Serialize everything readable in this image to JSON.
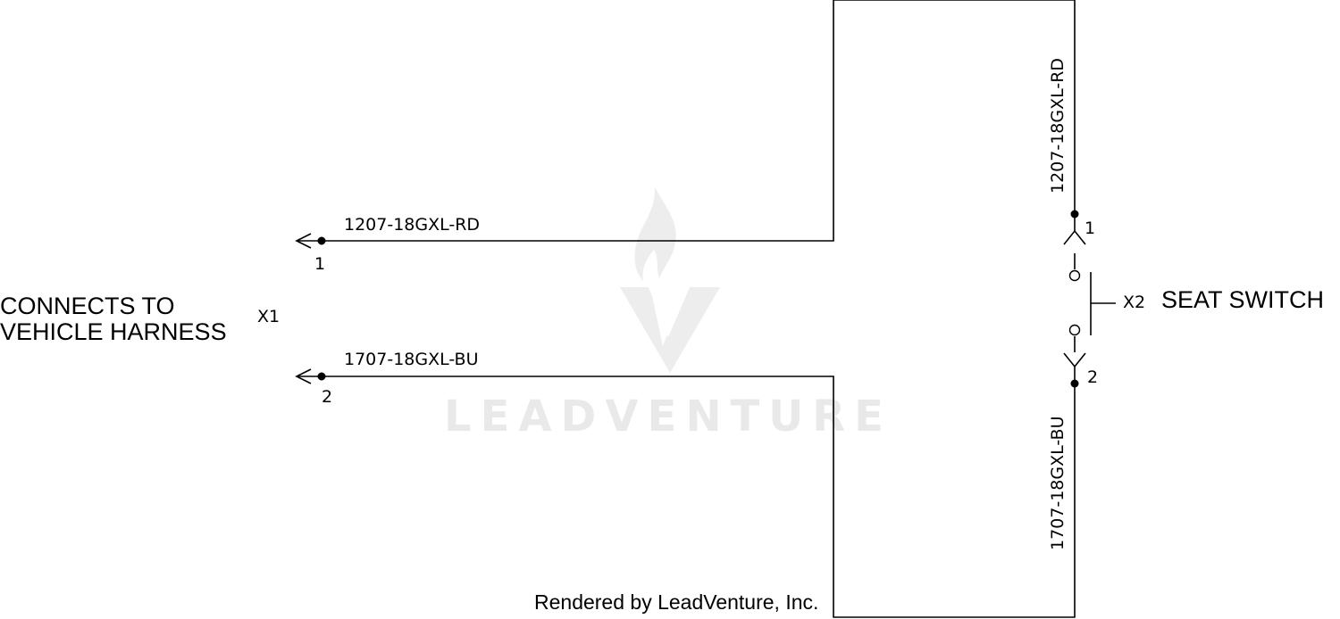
{
  "watermark": {
    "text": "LEADVENTURE",
    "logo_icon": "leadventure-flame-v-logo",
    "color": "#e9e9e9"
  },
  "connectors": {
    "x1": {
      "id": "X1",
      "label_line1": "CONNECTS TO",
      "label_line2": "VEHICLE HARNESS",
      "pins": [
        "1",
        "2"
      ]
    },
    "x2": {
      "id": "X2",
      "label": "SEAT SWITCH",
      "pins": [
        "1",
        "2"
      ]
    }
  },
  "wires": [
    {
      "label": "1207-18GXL-RD",
      "from": "X1 pin 1",
      "to": "X2 pin 1"
    },
    {
      "label": "1707-18GXL-BU",
      "from": "X1 pin 2",
      "to": "X2 pin 2"
    }
  ],
  "footer": {
    "credit": "Rendered by LeadVenture, Inc."
  },
  "colors": {
    "line": "#000000",
    "background": "#ffffff"
  }
}
